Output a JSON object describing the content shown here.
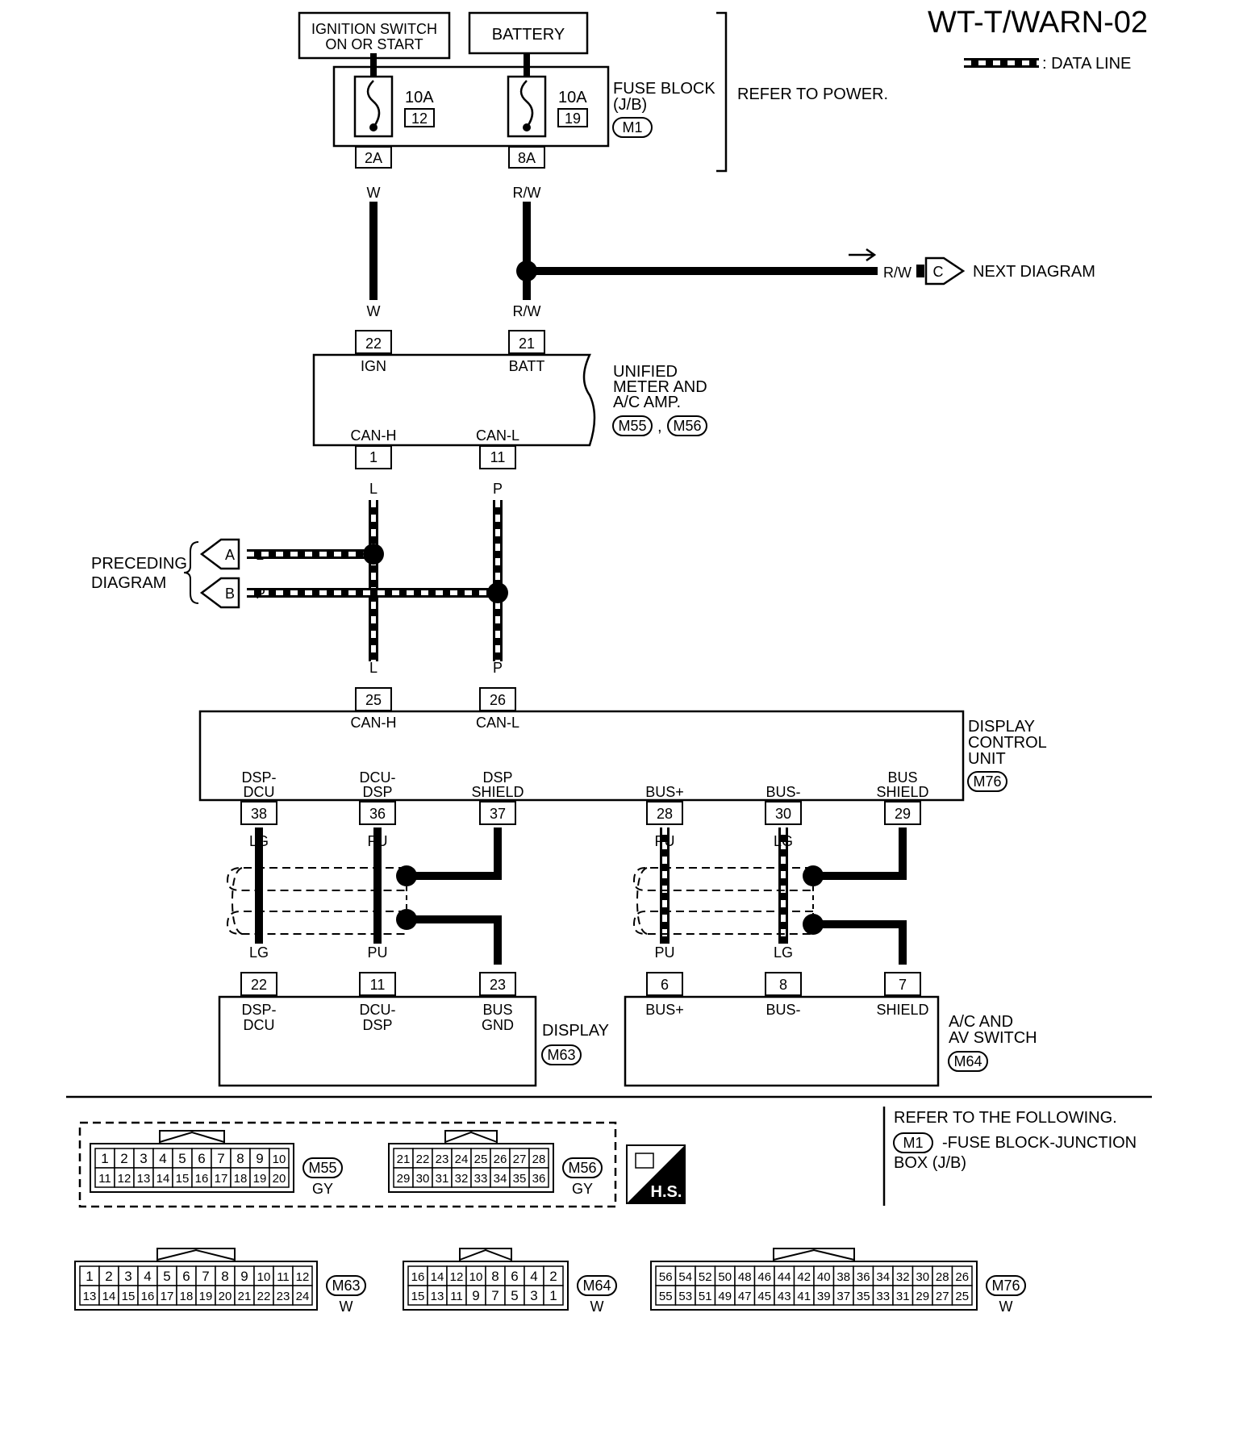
{
  "title": "WT-T/WARN-02",
  "legend": {
    "data_line_label": ": DATA LINE"
  },
  "power": {
    "ignition_line1": "IGNITION SWITCH",
    "ignition_line2": "ON OR START",
    "battery": "BATTERY",
    "fuse1_amp": "10A",
    "fuse1_num": "12",
    "fuse2_amp": "10A",
    "fuse2_num": "19",
    "fuse_block_line1": "FUSE BLOCK",
    "fuse_block_line2": "(J/B)",
    "fuse_block_conn": "M1",
    "refer_power": "REFER TO POWER.",
    "pin_2a": "2A",
    "pin_8a": "8A"
  },
  "wires": {
    "w": "W",
    "rw": "R/W",
    "l": "L",
    "p": "P",
    "lg": "LG",
    "pu": "PU",
    "next_rw": "R/W",
    "next_conn": "C",
    "next_label": "NEXT  DIAGRAM",
    "prec_a": "A",
    "prec_b": "B",
    "prec_label1": "PRECEDING",
    "prec_label2": "DIAGRAM"
  },
  "meter": {
    "pin_ign": "22",
    "lbl_ign": "IGN",
    "pin_batt": "21",
    "lbl_batt": "BATT",
    "pin_canh": "1",
    "lbl_canh": "CAN-H",
    "pin_canl": "11",
    "lbl_canl": "CAN-L",
    "name1": "UNIFIED",
    "name2": "METER AND",
    "name3": "A/C AMP.",
    "conn1": "M55",
    "conn2": "M56",
    "comma": ","
  },
  "dcu": {
    "pin_canh": "25",
    "lbl_canh": "CAN-H",
    "pin_canl": "26",
    "lbl_canl": "CAN-L",
    "name1": "DISPLAY",
    "name2": "CONTROL",
    "name3": "UNIT",
    "conn": "M76",
    "pins": [
      {
        "num": "38",
        "l1": "DSP-",
        "l2": "DCU"
      },
      {
        "num": "36",
        "l1": "DCU-",
        "l2": "DSP"
      },
      {
        "num": "37",
        "l1": "DSP",
        "l2": "SHIELD"
      },
      {
        "num": "28",
        "l1": "",
        "l2": "BUS+"
      },
      {
        "num": "30",
        "l1": "",
        "l2": "BUS-"
      },
      {
        "num": "29",
        "l1": "BUS",
        "l2": "SHIELD"
      }
    ]
  },
  "display": {
    "name": "DISPLAY",
    "conn": "M63",
    "pins": [
      {
        "num": "22",
        "l1": "DSP-",
        "l2": "DCU"
      },
      {
        "num": "11",
        "l1": "DCU-",
        "l2": "DSP"
      },
      {
        "num": "23",
        "l1": "BUS",
        "l2": "GND"
      }
    ]
  },
  "acsw": {
    "name1": "A/C AND",
    "name2": "AV SWITCH",
    "conn": "M64",
    "pins": [
      {
        "num": "6",
        "l1": "BUS+"
      },
      {
        "num": "8",
        "l1": "BUS-"
      },
      {
        "num": "7",
        "l1": "SHIELD"
      }
    ]
  },
  "refer": {
    "line1": "REFER TO THE FOLLOWING.",
    "conn": "M1",
    "line2": "-FUSE BLOCK-JUNCTION",
    "line3": "BOX (J/B)"
  },
  "hs_label": "H.S.",
  "connectors": [
    {
      "id": "M55",
      "color": "GY",
      "rows": [
        [
          "1",
          "2",
          "3",
          "4",
          "5",
          "6",
          "7",
          "8",
          "9",
          "10"
        ],
        [
          "11",
          "12",
          "13",
          "14",
          "15",
          "16",
          "17",
          "18",
          "19",
          "20"
        ]
      ]
    },
    {
      "id": "M56",
      "color": "GY",
      "rows": [
        [
          "21",
          "22",
          "23",
          "24",
          "25",
          "26",
          "27",
          "28"
        ],
        [
          "29",
          "30",
          "31",
          "32",
          "33",
          "34",
          "35",
          "36"
        ]
      ]
    },
    {
      "id": "M63",
      "color": "W",
      "rows": [
        [
          "1",
          "2",
          "3",
          "4",
          "5",
          "6",
          "7",
          "8",
          "9",
          "10",
          "11",
          "12"
        ],
        [
          "13",
          "14",
          "15",
          "16",
          "17",
          "18",
          "19",
          "20",
          "21",
          "22",
          "23",
          "24"
        ]
      ]
    },
    {
      "id": "M64",
      "color": "W",
      "rows": [
        [
          "16",
          "14",
          "12",
          "10",
          "8",
          "6",
          "4",
          "2"
        ],
        [
          "15",
          "13",
          "11",
          "9",
          "7",
          "5",
          "3",
          "1"
        ]
      ]
    },
    {
      "id": "M76",
      "color": "W",
      "rows": [
        [
          "56",
          "54",
          "52",
          "50",
          "48",
          "46",
          "44",
          "42",
          "40",
          "38",
          "36",
          "34",
          "32",
          "30",
          "28",
          "26"
        ],
        [
          "55",
          "53",
          "51",
          "49",
          "47",
          "45",
          "43",
          "41",
          "39",
          "37",
          "35",
          "33",
          "31",
          "29",
          "27",
          "25"
        ]
      ]
    }
  ]
}
